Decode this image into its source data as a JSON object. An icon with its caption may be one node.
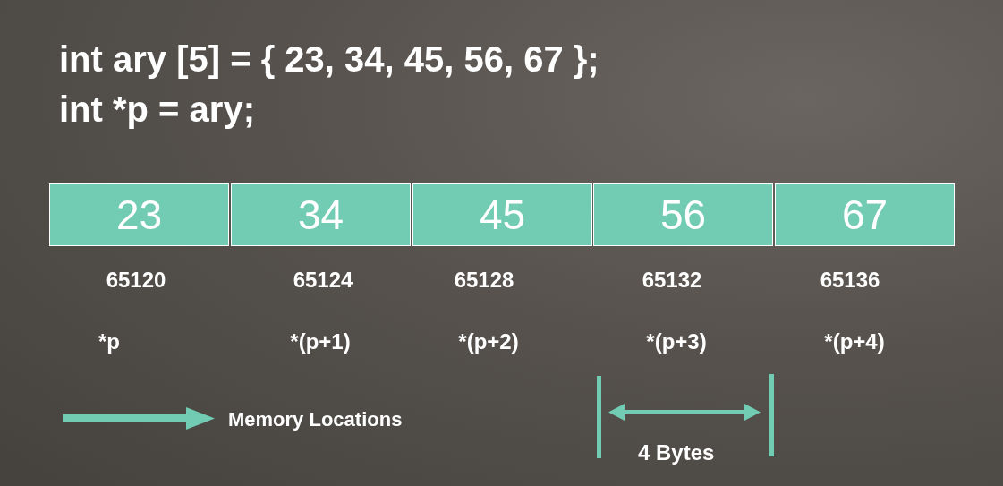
{
  "diagram": {
    "nodes": [
      {
        "text": [
          "23"
        ],
        "beside": [
          "65120",
          "*p"
        ]
      },
      {
        "text": [
          "34"
        ],
        "beside": [
          "65124",
          "*(p+1)"
        ]
      },
      {
        "text": [
          "45"
        ],
        "beside": [
          "65128",
          "*(p+2)"
        ]
      },
      {
        "text": [
          "56"
        ],
        "beside": [
          "65132",
          "*(p+3)"
        ]
      },
      {
        "text": [
          "67"
        ],
        "beside": [
          "65136",
          "*(p+4)"
        ]
      }
    ],
    "edges": [],
    "labels": [
      "int ary [5] = { 23, 34, 45, 56, 67 };",
      "int *p = ary;",
      "Memory Locations",
      "4 Bytes"
    ]
  }
}
